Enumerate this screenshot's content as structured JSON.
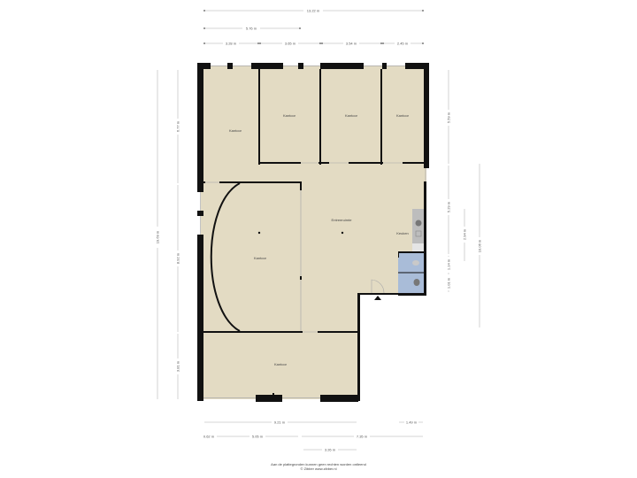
{
  "plan": {
    "rooms": [
      {
        "id": "kantoor-1",
        "label": "Kantoor"
      },
      {
        "id": "kantoor-2",
        "label": "Kantoor"
      },
      {
        "id": "kantoor-3",
        "label": "Kantoor"
      },
      {
        "id": "kantoor-4",
        "label": "Kantoor"
      },
      {
        "id": "kantoor-5",
        "label": "Kantoor"
      },
      {
        "id": "entree",
        "label": "Entreeruimte"
      },
      {
        "id": "keuken",
        "label": "Keuken"
      },
      {
        "id": "kantoor-6",
        "label": "Kantoor"
      }
    ],
    "dimensions": {
      "top_total": "13.22 m",
      "top_partial": "5.76 m",
      "top_segments": [
        "3.28 m",
        "3.65 m",
        "3.54 m",
        "2.45 m"
      ],
      "left_total": "19.69 m",
      "left_segments": [
        "6.77 m",
        "8.92 m",
        "3.81 m"
      ],
      "right_segments": [
        "5.59 m",
        "5.29 m",
        "1.14 m",
        "1.01 m"
      ],
      "right_inner": "2.94 m",
      "right_total": "10.06 m",
      "bottom_row1": [
        "9.21 m",
        "1.49 m"
      ],
      "bottom_row2": [
        "0.62 m",
        "5.05 m",
        "7.35 m"
      ],
      "bottom_row3": "3.26 m"
    },
    "colors": {
      "floor": "#e3dbc3",
      "wall": "#111111",
      "bathroom": "#a9bcd8",
      "kitchen_counter": "#bdbdbd",
      "dim_line": "#c8c8c8"
    }
  },
  "footer": {
    "disclaimer": "Aan de plattegronden kunnen geen rechten worden ontleend",
    "copyright": "© Zibber www.zibber.nl"
  }
}
